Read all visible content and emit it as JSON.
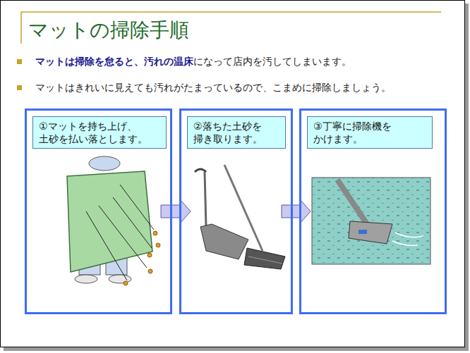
{
  "diagram": {
    "title": "マットの掃除手順",
    "nodes": [
      {
        "text": [
          "①マットを持ち上げ、 土砂を払い落とします。"
        ]
      },
      {
        "text": [
          "②落ちた土砂を 掃き取ります。"
        ]
      },
      {
        "text": [
          "③丁寧に掃除機を かけます。"
        ]
      }
    ],
    "edges": [
      {
        "from": 0,
        "to": 1,
        "arrow": "to"
      },
      {
        "from": 1,
        "to": 2,
        "arrow": "to"
      }
    ],
    "labels": [
      "マットは掃除を怠ると、汚れの温床",
      "になって店内を汚してしまいます。",
      "マットはきれいに見えても汚れがたまっているので、こまめに掃除しましょう。"
    ]
  }
}
